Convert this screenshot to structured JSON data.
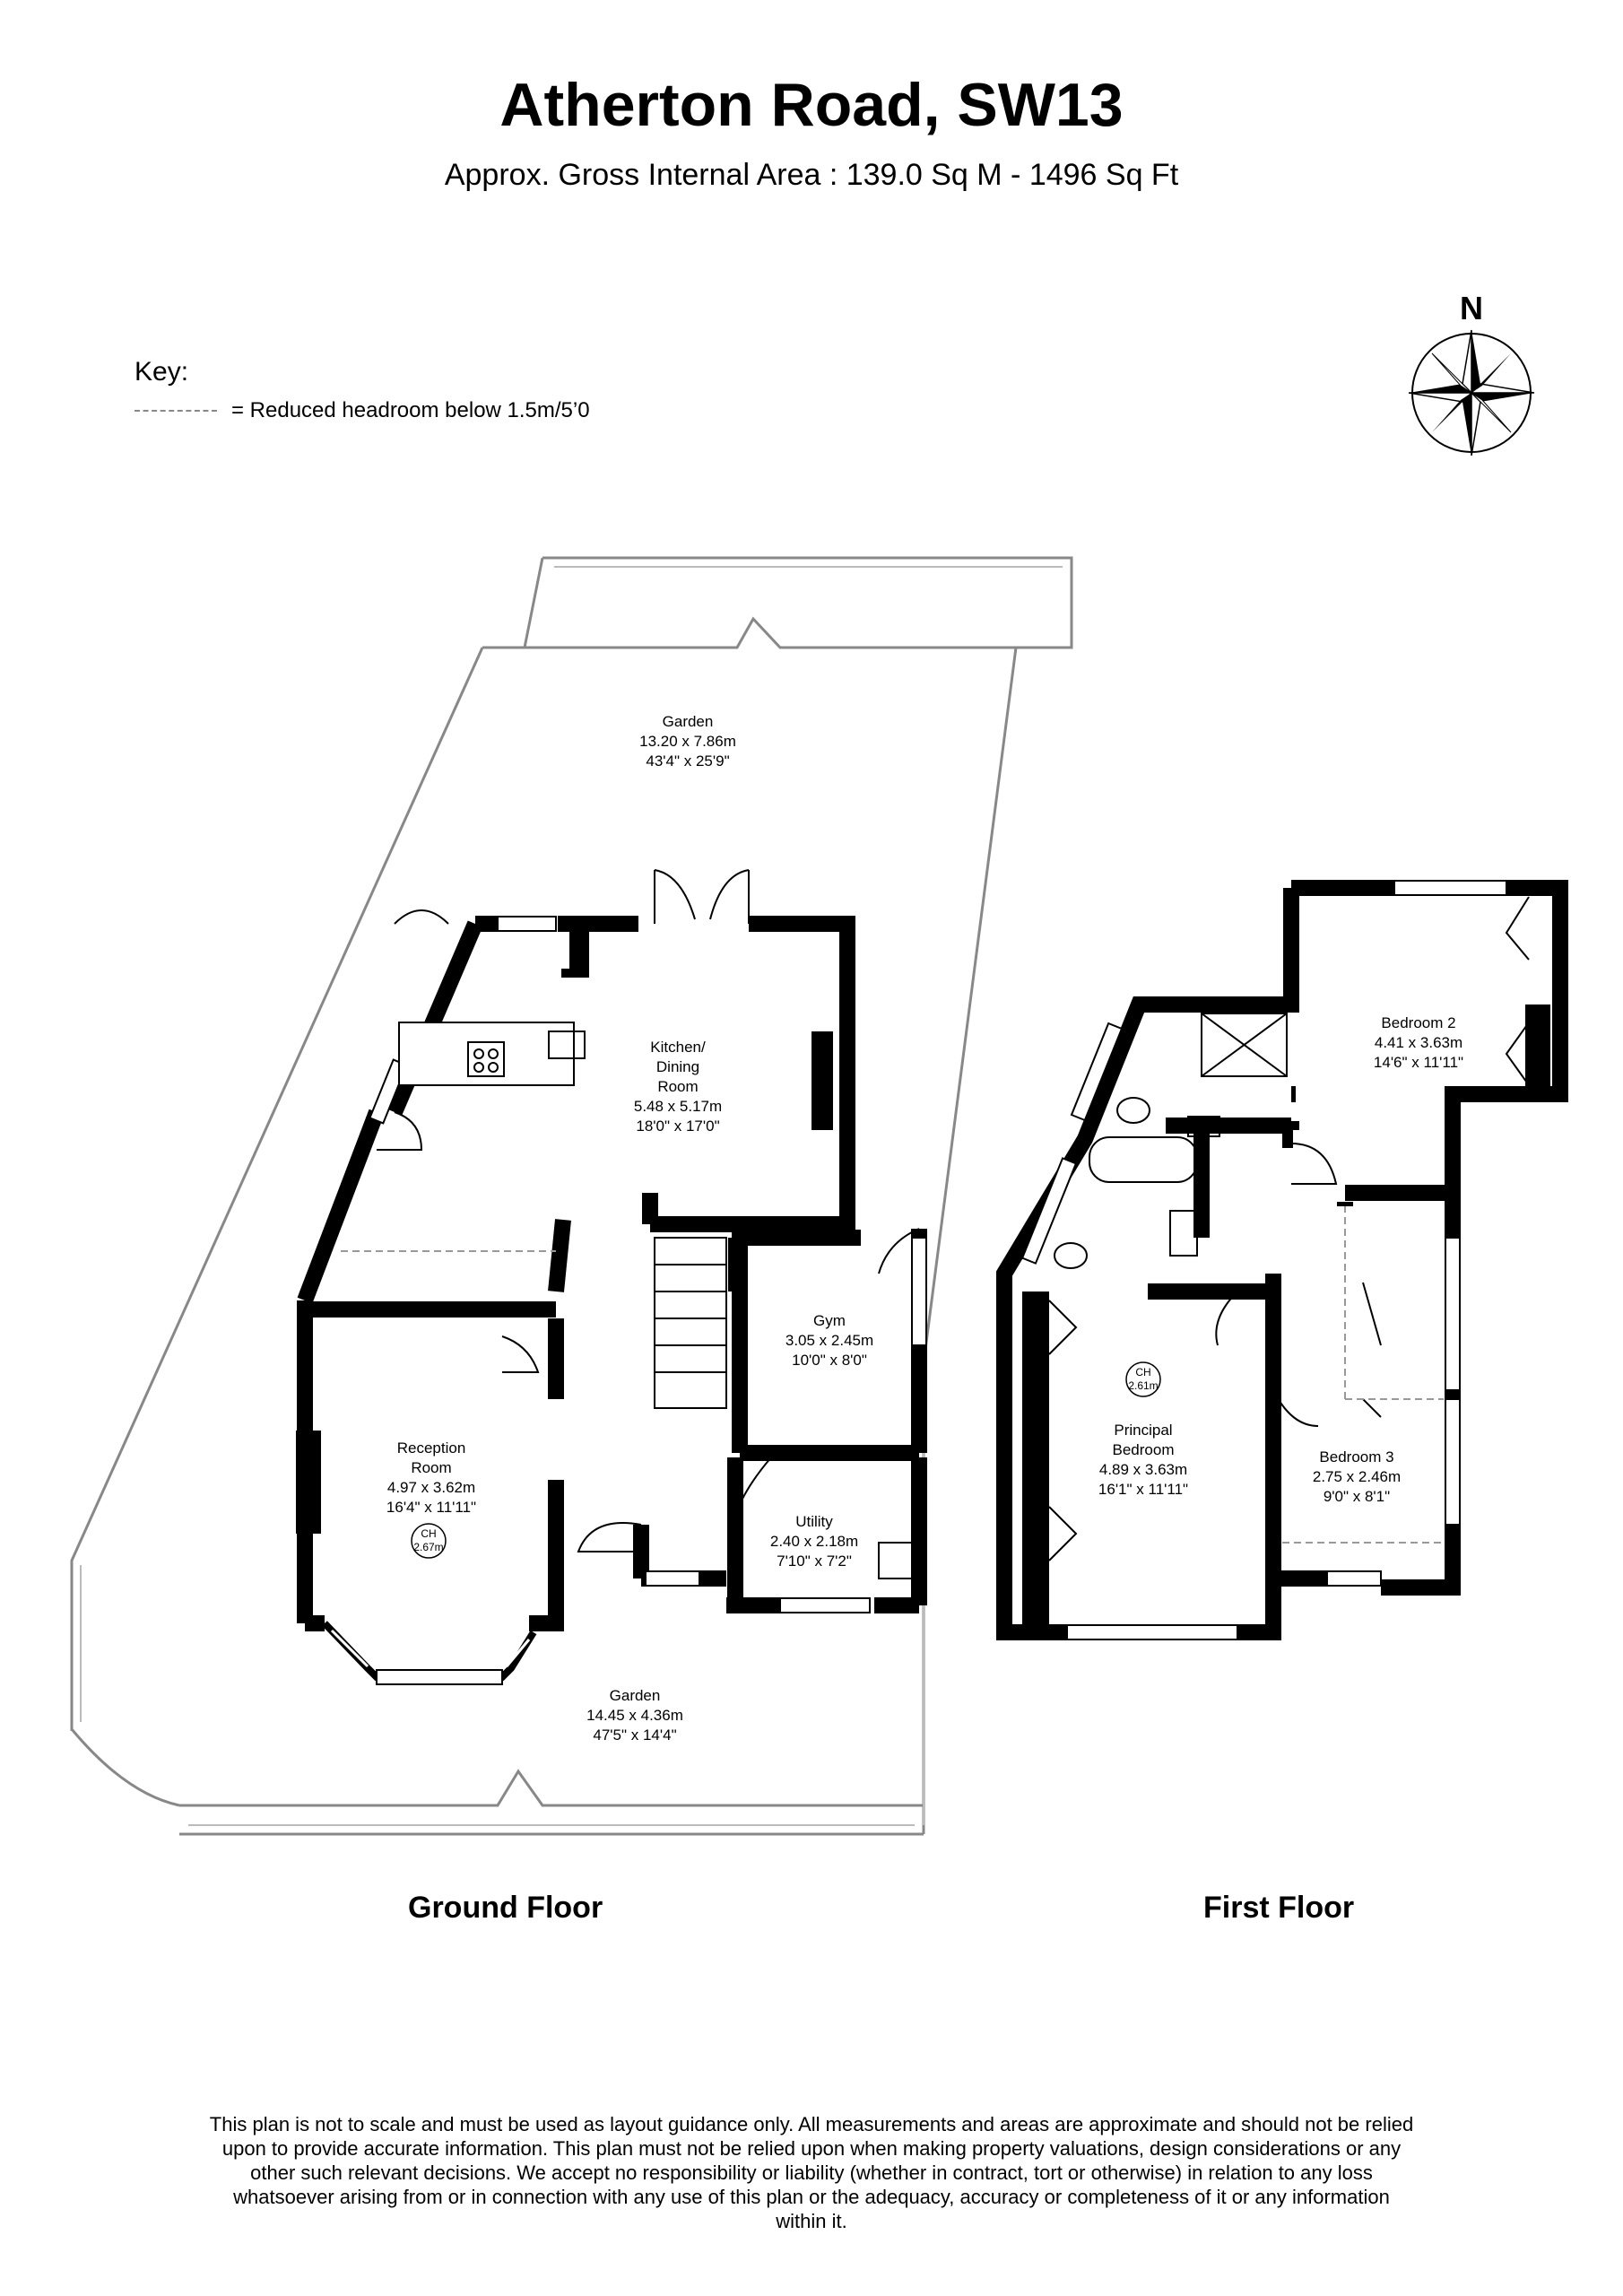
{
  "header": {
    "title": "Atherton Road, SW13",
    "subtitle": "Approx. Gross Internal Area : 139.0 Sq M - 1496 Sq Ft"
  },
  "compass": {
    "label": "N"
  },
  "key": {
    "title": "Key:",
    "reduced_headroom": "= Reduced headroom below 1.5m/5’0"
  },
  "ground_floor": {
    "label": "Ground Floor",
    "rooms": {
      "garden_rear": {
        "name": "Garden",
        "metric": "13.20 x 7.86m",
        "imperial": "43'4\" x 25'9\""
      },
      "kitchen": {
        "name_l1": "Kitchen/",
        "name_l2": "Dining",
        "name_l3": "Room",
        "metric": "5.48 x 5.17m",
        "imperial": "18'0\" x 17'0\""
      },
      "gym": {
        "name": "Gym",
        "metric": "3.05 x 2.45m",
        "imperial": "10'0\" x 8'0\""
      },
      "reception": {
        "name_l1": "Reception",
        "name_l2": "Room",
        "metric": "4.97 x 3.62m",
        "imperial": "16'4\" x 11'11\"",
        "ch_label": "CH",
        "ch_height": "2.67m"
      },
      "utility": {
        "name": "Utility",
        "metric": "2.40 x 2.18m",
        "imperial": "7'10\" x 7'2\""
      },
      "garden_front": {
        "name": "Garden",
        "metric": "14.45 x 4.36m",
        "imperial": "47'5\" x 14'4\""
      }
    }
  },
  "first_floor": {
    "label": "First Floor",
    "rooms": {
      "bedroom2": {
        "name": "Bedroom 2",
        "metric": "4.41 x 3.63m",
        "imperial": "14'6\" x 11'11\""
      },
      "principal": {
        "name_l1": "Principal",
        "name_l2": "Bedroom",
        "metric": "4.89 x 3.63m",
        "imperial": "16'1\" x 11'11\"",
        "ch_label": "CH",
        "ch_height": "2.61m"
      },
      "bedroom3": {
        "name": "Bedroom 3",
        "metric": "2.75 x 2.46m",
        "imperial": "9'0\" x 8'1\""
      }
    }
  },
  "disclaimer": "This plan is not to scale and must be used as layout guidance only. All measurements and areas are approximate and should not be relied upon to provide accurate information. This plan must not be relied upon when making property valuations, design considerations or any other such relevant decisions. We accept no responsibility or liability (whether in contract, tort or otherwise) in relation to any loss whatsoever arising from or in connection with any use of this plan or the adequacy, accuracy or completeness of it or any information within it."
}
